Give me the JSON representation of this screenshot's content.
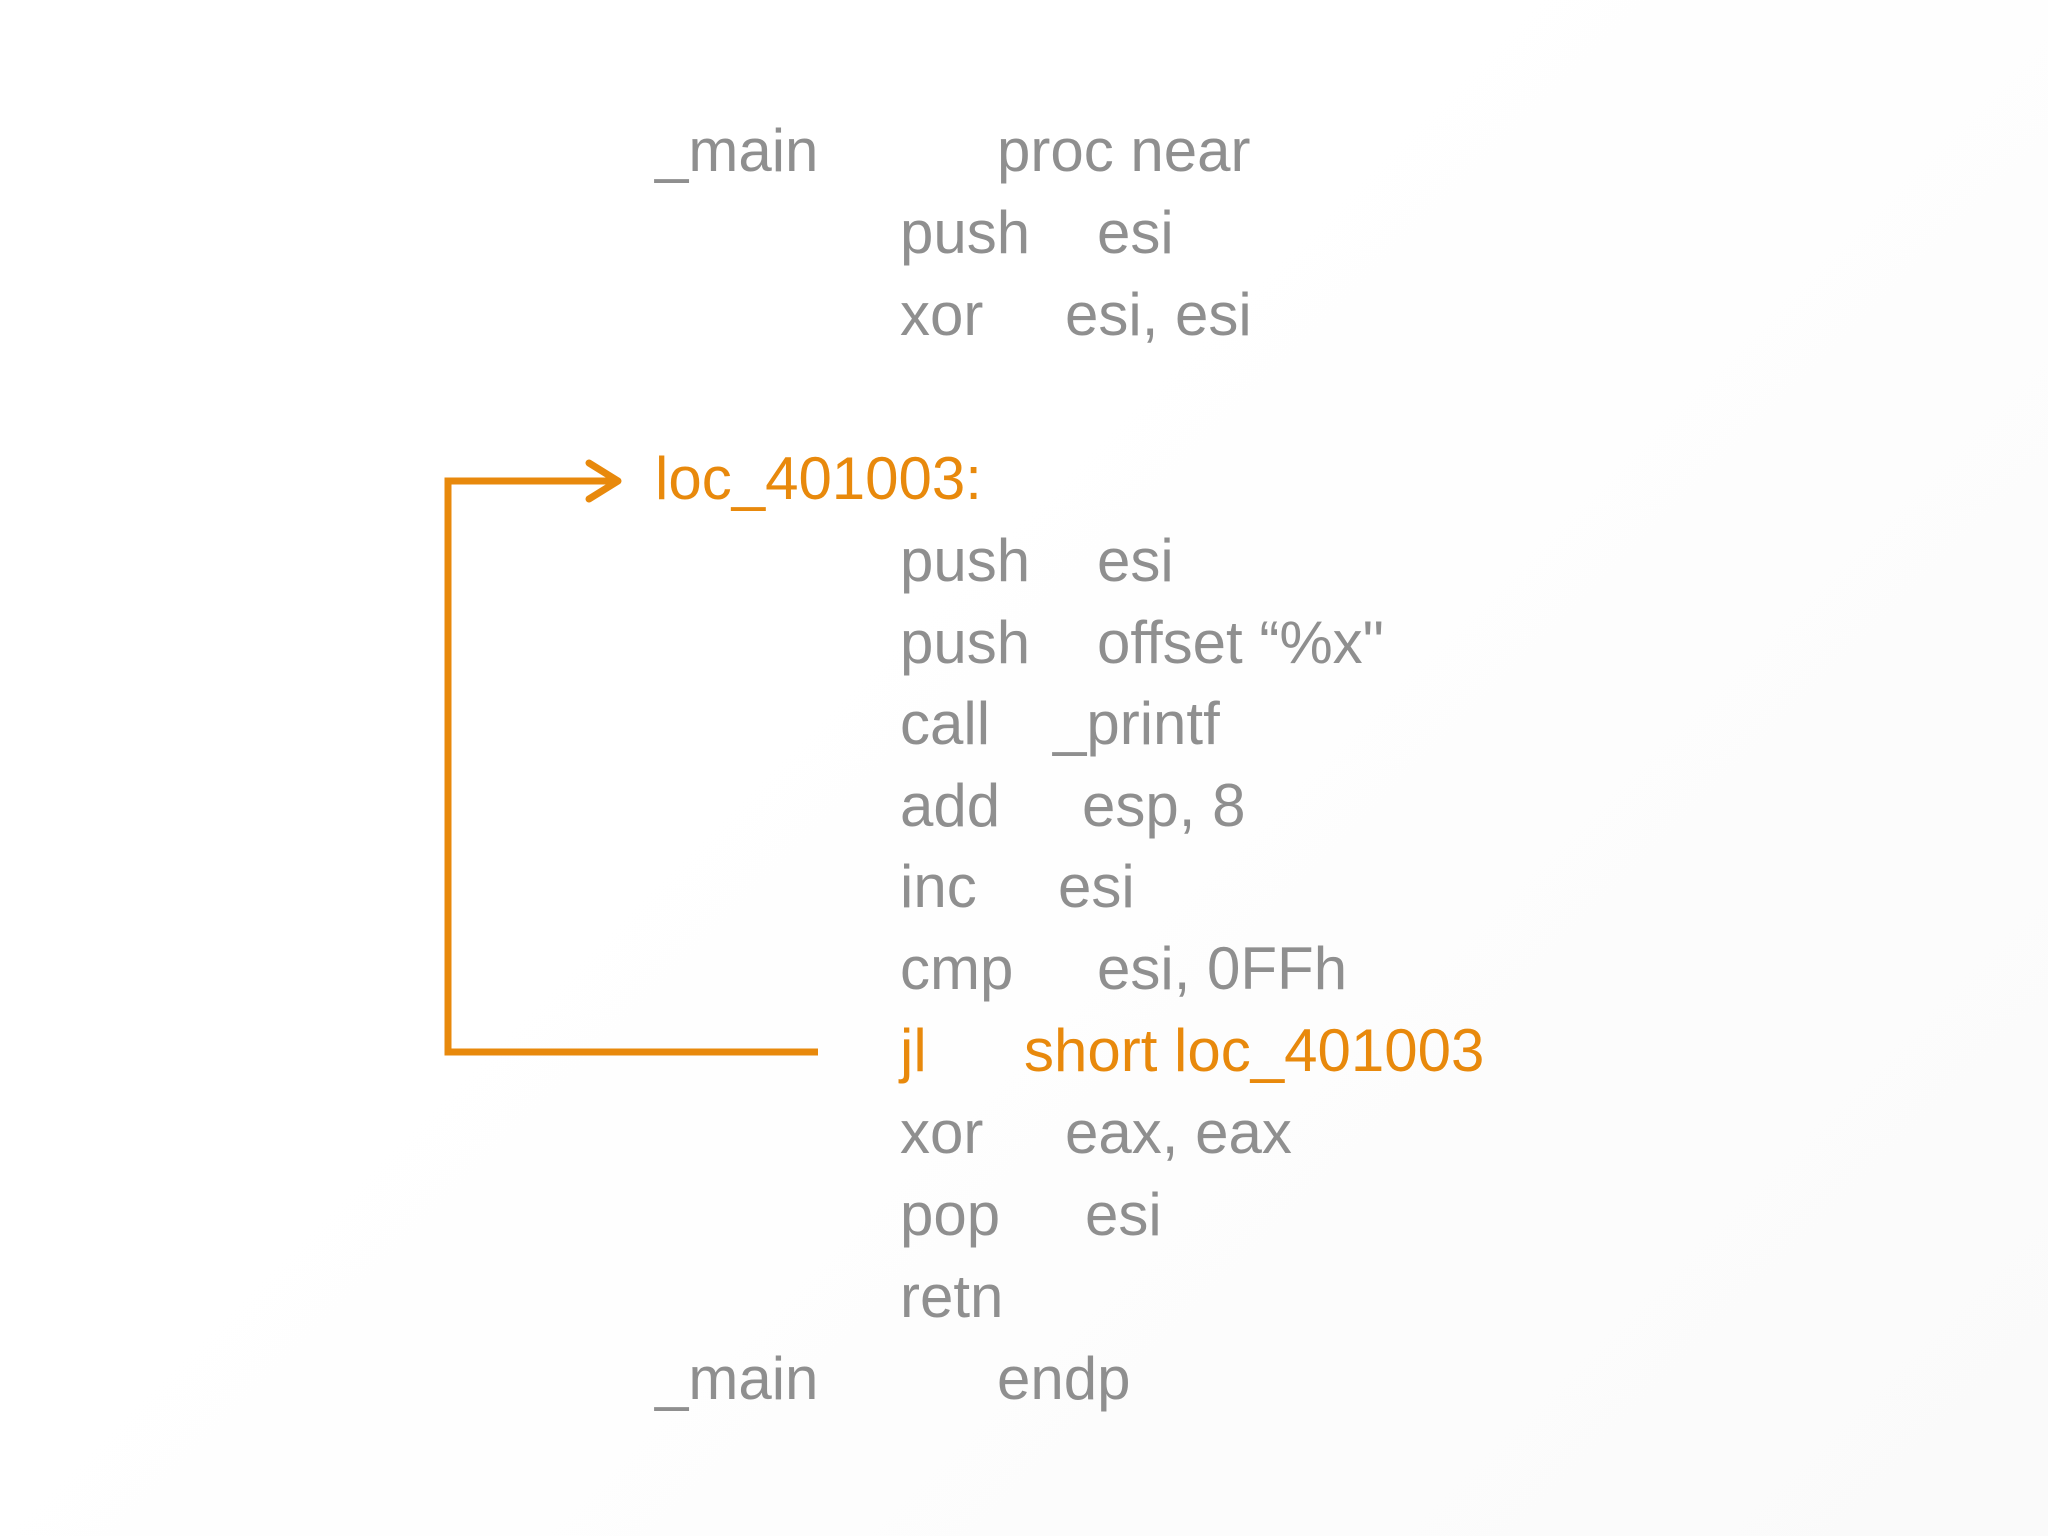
{
  "colors": {
    "text": "#8f8f8f",
    "highlight": "#e8890c",
    "background": "#ffffff"
  },
  "code": {
    "main_label": "_main",
    "proc_decl": "proc near",
    "push1_op": "push",
    "push1_arg": "esi",
    "xor1_op": "xor",
    "xor1_arg": "esi, esi",
    "loop_label": "loc_401003:",
    "push2_op": "push",
    "push2_arg": "esi",
    "push3_op": "push",
    "push3_arg": "offset “%x\"",
    "call_op": "call",
    "call_arg": "_printf",
    "add_op": "add",
    "add_arg": "esp, 8",
    "inc_op": "inc",
    "inc_arg": "esi",
    "cmp_op": "cmp",
    "cmp_arg": "esi, 0FFh",
    "jl_op": "jl",
    "jl_arg": "short loc_401003",
    "xor2_op": "xor",
    "xor2_arg": "eax, eax",
    "pop_op": "pop",
    "pop_arg": "esi",
    "retn_op": "retn",
    "end_label": "_main",
    "end_decl": "endp"
  }
}
